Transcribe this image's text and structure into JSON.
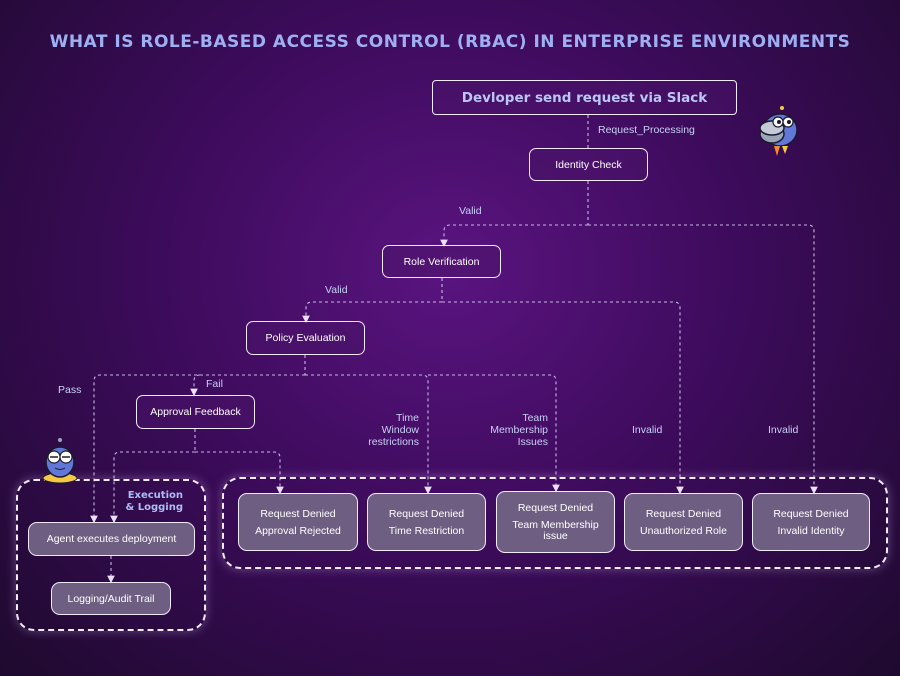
{
  "title": "WHAT IS ROLE-BASED ACCESS CONTROL (RBAC) IN ENTERPRISE ENVIRONMENTS",
  "nodes": {
    "start": "Devloper send request via Slack",
    "identity_check": "Identity Check",
    "role_verification": "Role Verification",
    "policy_evaluation": "Policy Evaluation",
    "approval_feedback": "Approval Feedback",
    "agent_executes": "Agent executes deployment",
    "logging": "Logging/Audit Trail"
  },
  "edge_labels": {
    "request_processing": "Request_Processing",
    "valid_1": "Valid",
    "valid_2": "Valid",
    "pass": "Pass",
    "fail": "Fail",
    "time_window": [
      "Time",
      "Window",
      "restrictions"
    ],
    "team_membership": [
      "Team",
      "Membership",
      "Issues"
    ],
    "invalid_1": "Invalid",
    "invalid_2": "Invalid"
  },
  "execution_group": [
    "Execution",
    "& Logging"
  ],
  "denied": [
    {
      "header": "Request Denied",
      "detail": "Approval Rejected"
    },
    {
      "header": "Request Denied",
      "detail": "Time Restriction"
    },
    {
      "header": "Request Denied",
      "detail": "Team Membership issue"
    },
    {
      "header": "Request Denied",
      "detail": "Unauthorized Role"
    },
    {
      "header": "Request Denied",
      "detail": "Invalid Identity"
    }
  ],
  "colors": {
    "title": "#9fb0f2",
    "label": "#c8d2f5",
    "denied_bg": "#6e5f82",
    "border": "#f1eaf8"
  }
}
